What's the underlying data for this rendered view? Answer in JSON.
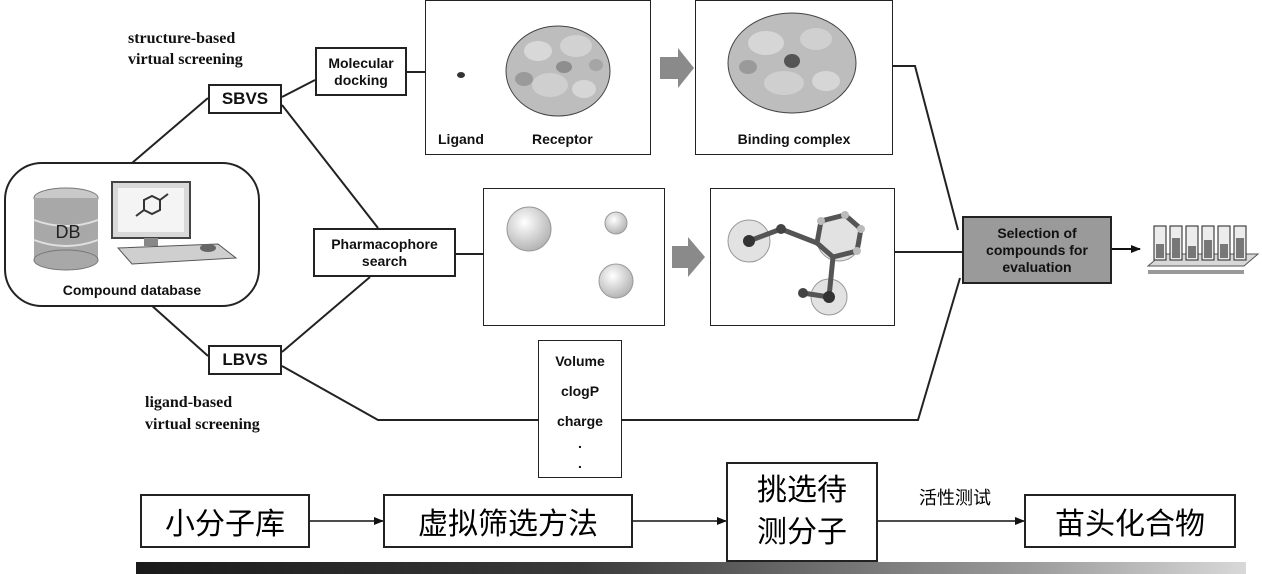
{
  "sbvs": {
    "caption": "structure-based\nvirtual screening",
    "label": "SBVS"
  },
  "lbvs": {
    "caption": "ligand-based\nvirtual screening",
    "label": "LBVS"
  },
  "database": {
    "label": "Compound database",
    "db_label": "DB"
  },
  "docking": {
    "label": "Molecular\ndocking",
    "ligand": "Ligand",
    "receptor": "Receptor",
    "complex": "Binding complex"
  },
  "pharmacophore": {
    "label": "Pharmacophore\nsearch"
  },
  "descriptors": {
    "items": [
      "Volume",
      "clogP",
      "charge"
    ],
    "ellipsis": ".\n."
  },
  "selection": {
    "label": "Selection of\ncompounds for\nevaluation"
  },
  "colors": {
    "selection_fill": "#9a9a9a",
    "bottom_bar_dark": "#1a1a1a",
    "bottom_bar_light": "#d8d8d8"
  },
  "flow": {
    "step1": "小分子库",
    "step2": "虚拟筛选方法",
    "step3": "挑选待\n测分子",
    "arrow_label": "活性测试",
    "step4": "苗头化合物"
  }
}
